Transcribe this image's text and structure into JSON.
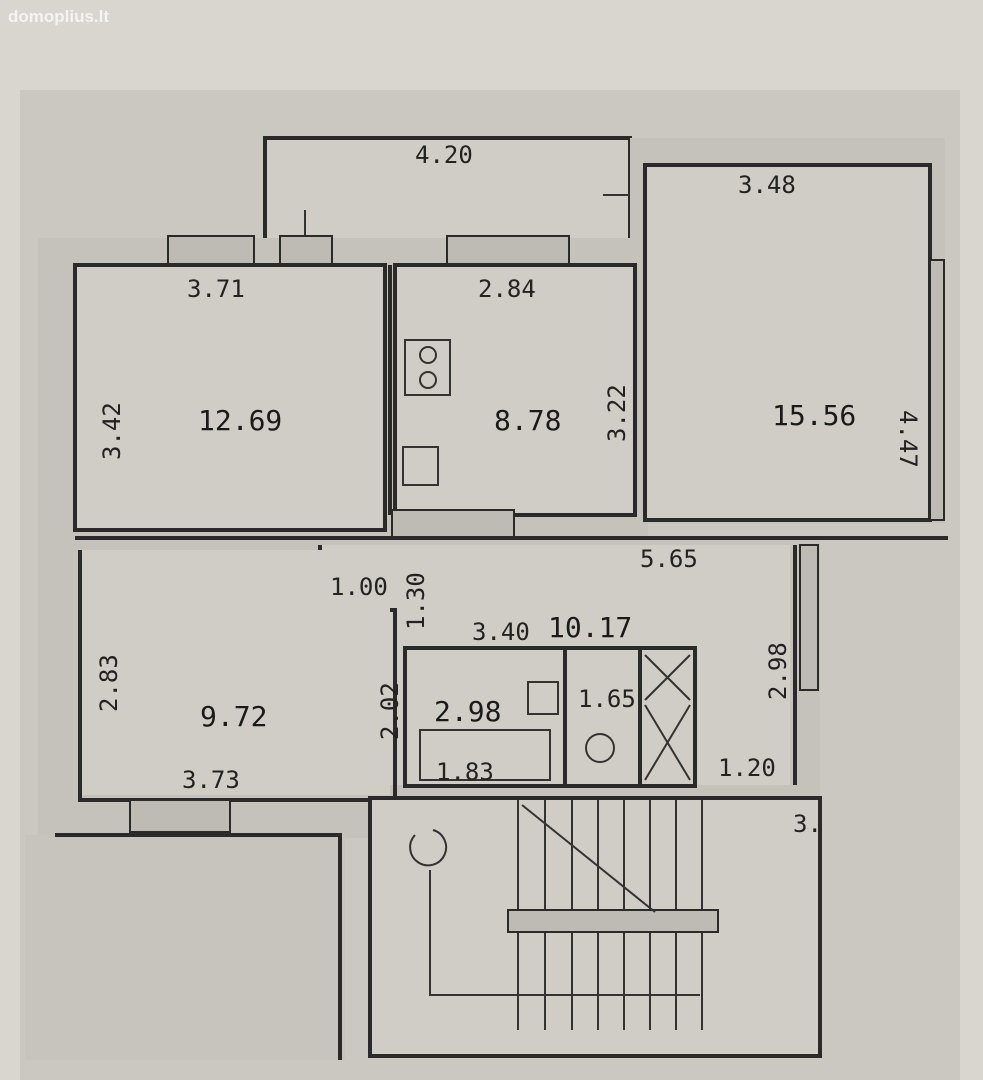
{
  "watermark": "domoplius.lt",
  "rooms": {
    "room_top_left": {
      "area": "12.69",
      "width": "3.71",
      "height": "3.42"
    },
    "kitchen": {
      "area": "8.78",
      "width": "2.84",
      "height": "3.22"
    },
    "room_top_right": {
      "area": "15.56",
      "width": "3.48",
      "height": "4.47"
    },
    "room_bottom_left": {
      "area": "9.72",
      "width": "3.73",
      "height": "2.83"
    },
    "hallway": {
      "area": "10.17",
      "length": "5.65",
      "width": "3.40",
      "height": "2.98"
    },
    "bathroom": {
      "area": "2.98",
      "height": "2.02",
      "bath": "1.83"
    },
    "wc": {
      "area": "1.65"
    },
    "closet": {
      "width": "1.00",
      "depth": "1.30"
    }
  },
  "balcony": {
    "length": "4.20"
  },
  "misc_dims": {
    "door_width": "1.20",
    "edge_mark": "3."
  }
}
